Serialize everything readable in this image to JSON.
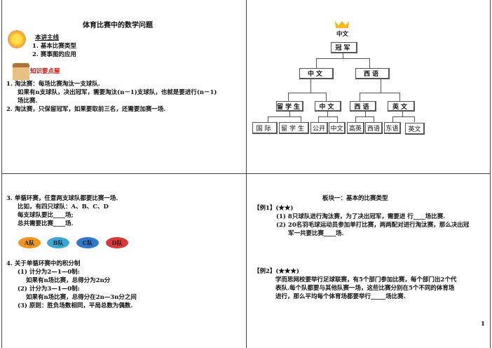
{
  "panel1": {
    "title": "体育比赛中的数学问题",
    "outline_label": "本讲主线",
    "outline": [
      "1.  基本比赛类型",
      "2.  赛事图的应用"
    ],
    "knowledge_label": "知识要点屋",
    "points": [
      "1.  淘汰赛：每场比赛淘汰一支球队.",
      "如果有n支球队，决出冠军，需要淘汰(n－1)支球队，也就是要进行(n－1)",
      "场比赛.",
      "2.  淘汰赛，只保留冠军，如果要取前三名，还需要加赛一场."
    ]
  },
  "panel2": {
    "winner": "中文",
    "root": "冠军",
    "level2": [
      "中文",
      "西语"
    ],
    "level3": [
      "留学生",
      "中文",
      "西语",
      "英文"
    ],
    "level4": [
      "国际",
      "留学生",
      "公开",
      "中文",
      "高英",
      "西语",
      "东语",
      "英文"
    ]
  },
  "panel3": {
    "lines": [
      "3.  单循环赛，任意两支球队都要比赛一场.",
      "比如，有四只球队：A、B、C、D",
      "每支球队要比____场;",
      "总共需要比赛____场."
    ],
    "teams": [
      {
        "label": "A队",
        "color": "#f0961e"
      },
      {
        "label": "B队",
        "color": "#3aa6d6"
      },
      {
        "label": "C队",
        "color": "#2f78cc"
      },
      {
        "label": "D队",
        "color": "#d63a3a"
      }
    ],
    "lines2": [
      "4.  关于单循环赛中的积分制",
      "(1) 计分为2—1—0制:",
      "如果有n场比赛，总得分为2n分",
      "(2) 计分为3—1—0制:",
      "如果有n场比赛，总得分在2n—3n分之间",
      "(3) 原则：胜负场数相同，平局总数为偶数."
    ]
  },
  "panel4": {
    "title": "板块一：基本的比赛类型",
    "ex1_label": "【例1】(★★)",
    "ex1": [
      "(1)  8只球队进行淘汰赛，为了决出冠军，需要进 行____场比赛.",
      "(2)  20名羽毛球运动员参加单打比赛，两两配对进行淘汰赛，那么决出冠",
      "军一共要比赛____场."
    ],
    "ex2_label": "【例2】(★★★)",
    "ex2": [
      "学而思网校要举行足球联赛，有5个部门参加比赛，每个部门出2个代",
      "表队.每个队都要与其他队赛一场，这些比赛分别在5个不同的体育场",
      "进行，那么平均每个体育场都要举行_____场比赛."
    ],
    "page_number": "1"
  }
}
